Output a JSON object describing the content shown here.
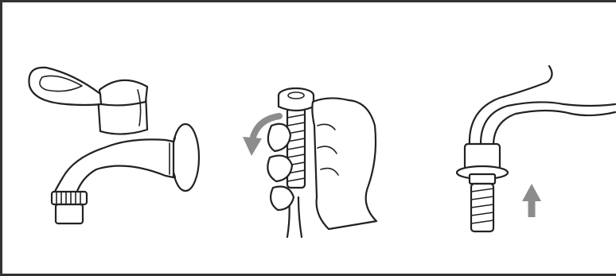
{
  "figure": {
    "panels": [
      {
        "id": "faucet",
        "icon": "faucet-icon"
      },
      {
        "id": "unscrew-coupling",
        "icon": "hand-twist-icon",
        "arrow_direction": "counter-clockwise"
      },
      {
        "id": "attach-hose",
        "icon": "hose-connect-icon",
        "arrow_direction": "up"
      }
    ],
    "colors": {
      "line": "#222222",
      "arrow": "#8c8c8c",
      "frame": "#333333",
      "background": "#ffffff"
    }
  }
}
